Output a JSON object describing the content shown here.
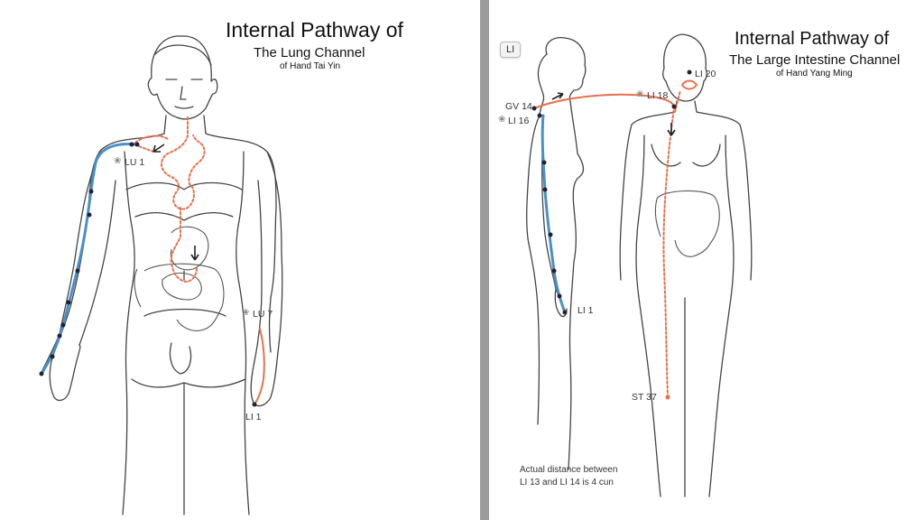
{
  "left": {
    "title_line1": "Internal Pathway of",
    "title_line2": "The Lung Channel",
    "title_line3": "of Hand Tai Yin",
    "points": {
      "lu1": "LU 1",
      "lu7": "LU 7",
      "li1": "LI 1"
    }
  },
  "right": {
    "tag": "LI",
    "title_line1": "Internal Pathway of",
    "title_line2": "The Large Intestine Channel",
    "title_line3": "of Hand Yang Ming",
    "points": {
      "gv14": "GV 14",
      "li16": "LI 16",
      "li18": "LI 18",
      "li20": "LI 20",
      "li1": "LI 1",
      "st37": "ST 37"
    },
    "note_line1": "Actual distance between",
    "note_line2": "LI 13 and LI 14 is 4 cun"
  },
  "colors": {
    "meridian": "#4a90c8",
    "internal": "#e8704d",
    "divider": "#9b9b9b"
  }
}
